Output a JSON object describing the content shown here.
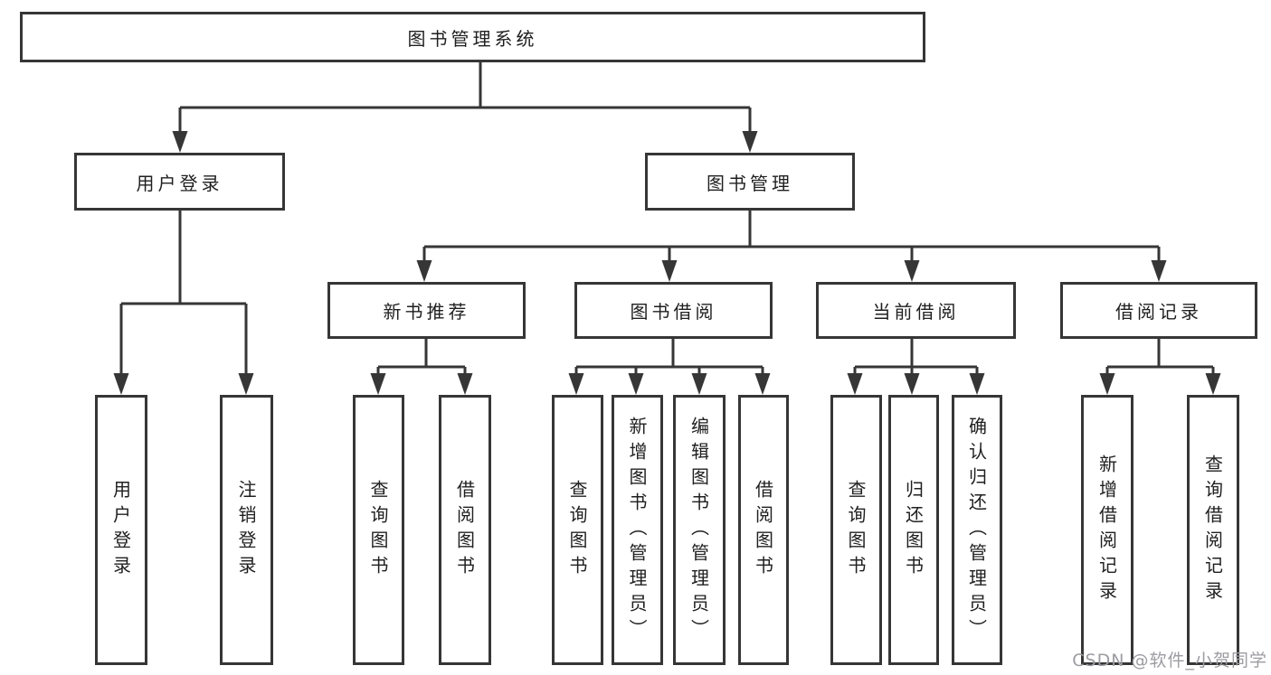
{
  "tree": {
    "label": "图书管理系统",
    "children": [
      {
        "label": "用户登录",
        "children": [
          {
            "label": "用户登录"
          },
          {
            "label": "注销登录"
          }
        ]
      },
      {
        "label": "图书管理",
        "children": [
          {
            "label": "新书推荐",
            "children": [
              {
                "label": "查询图书"
              },
              {
                "label": "借阅图书"
              }
            ]
          },
          {
            "label": "图书借阅",
            "children": [
              {
                "label": "查询图书"
              },
              {
                "label": "新增图书（管理员）"
              },
              {
                "label": "编辑图书（管理员）"
              },
              {
                "label": "借阅图书"
              }
            ]
          },
          {
            "label": "当前借阅",
            "children": [
              {
                "label": "查询图书"
              },
              {
                "label": "归还图书"
              },
              {
                "label": "确认归还（管理员）"
              }
            ]
          },
          {
            "label": "借阅记录",
            "children": [
              {
                "label": "新增借阅记录"
              },
              {
                "label": "查询借阅记录"
              }
            ]
          }
        ]
      }
    ]
  },
  "watermark": {
    "text": "CSDN @软件_小贺同学"
  },
  "colors": {
    "line": "#363636",
    "text": "#1f1f1f",
    "box_background": "#ffffff",
    "page_background": "#ffffff",
    "watermark": "#9c9ca2"
  }
}
